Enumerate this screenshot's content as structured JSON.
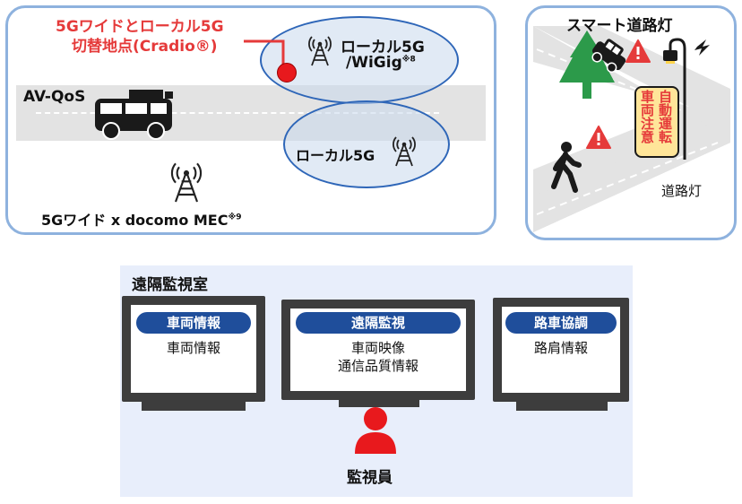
{
  "left_panel": {
    "callout_line1": "5Gワイドとローカル5G",
    "callout_line2": "切替地点(Cradio®)",
    "local5g_wigig_line1": "ローカル5G",
    "local5g_wigig_line2": "/WiGig",
    "local5g_wigig_note": "※8",
    "avqos_label": "AV-QoS",
    "local5g_label": "ローカル5G",
    "wide_label": "5Gワイド x docomo MEC",
    "wide_note": "※9"
  },
  "right_panel": {
    "title": "スマート道路灯",
    "sign_col1": "車両注意",
    "sign_col2": "自動運転",
    "streetlight_label": "道路灯"
  },
  "monitoring": {
    "room_title": "遠隔監視室",
    "operator_label": "監視員",
    "monitors": [
      {
        "pill": "車両情報",
        "lines": [
          "車両情報"
        ]
      },
      {
        "pill": "遠隔監視",
        "lines": [
          "車両映像",
          "通信品質情報"
        ]
      },
      {
        "pill": "路車協調",
        "lines": [
          "路肩情報"
        ]
      }
    ]
  },
  "colors": {
    "panel_border": "#8eb2de",
    "pill_blue": "#1f4e9b",
    "accent_red": "#e53a3a",
    "tree_green": "#2c9a4a",
    "sign_yellow": "#ffe599",
    "room_bg": "#e8eefb"
  }
}
